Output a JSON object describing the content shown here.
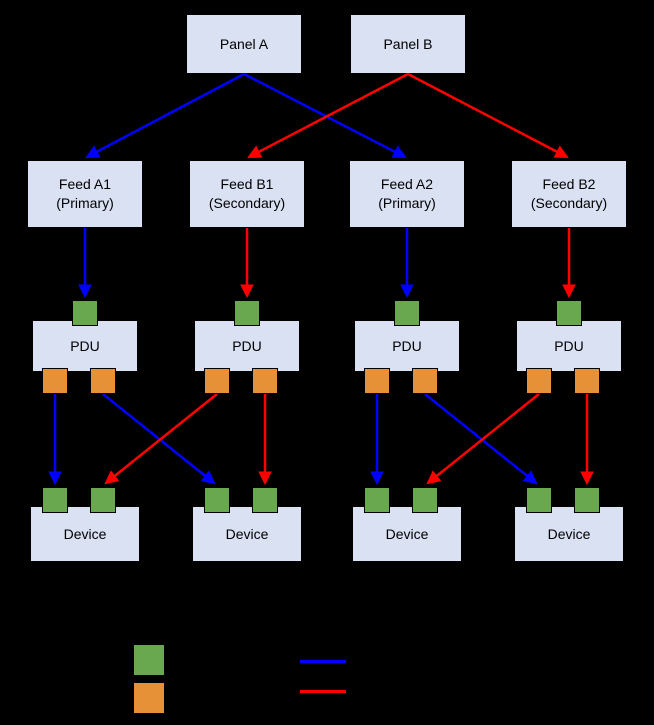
{
  "diagram": {
    "colors": {
      "background": "#000000",
      "node_fill": "#dae1f3",
      "node_text": "#000000",
      "input_port": "#6aa84f",
      "output_port": "#e69138",
      "primary_line": "#0000ff",
      "secondary_line": "#ff0000"
    },
    "panels": [
      {
        "label": "Panel A"
      },
      {
        "label": "Panel B"
      }
    ],
    "feeds": [
      {
        "label": "Feed A1\n(Primary)"
      },
      {
        "label": "Feed B1\n(Secondary)"
      },
      {
        "label": "Feed A2\n(Primary)"
      },
      {
        "label": "Feed B2\n(Secondary)"
      }
    ],
    "pdus": [
      {
        "label": "PDU"
      },
      {
        "label": "PDU"
      },
      {
        "label": "PDU"
      },
      {
        "label": "PDU"
      }
    ],
    "devices": [
      {
        "label": "Device"
      },
      {
        "label": "Device"
      },
      {
        "label": "Device"
      },
      {
        "label": "Device"
      }
    ],
    "legend": {
      "items": [
        {
          "icon": "green-input-port-swatch"
        },
        {
          "icon": "orange-output-port-swatch"
        },
        {
          "icon": "blue-connection-line"
        },
        {
          "icon": "red-connection-line"
        }
      ]
    }
  }
}
